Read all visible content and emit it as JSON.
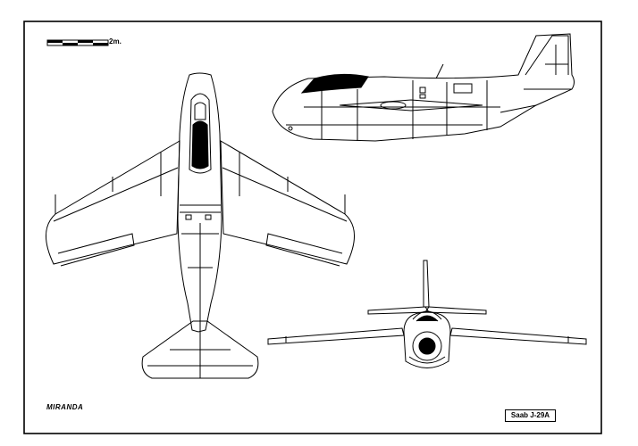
{
  "drawing": {
    "scale_label": "2m.",
    "title_label": "Saab J-29A",
    "signature": "MIRANDA"
  },
  "views": [
    "top-view",
    "side-view",
    "front-view"
  ],
  "colors": {
    "line": "#000000",
    "paper": "#ffffff",
    "fill": "#000000"
  }
}
